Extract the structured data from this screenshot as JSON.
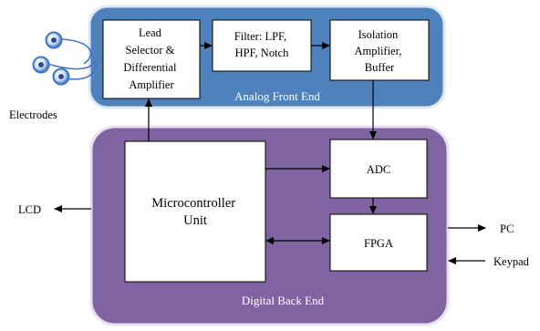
{
  "zones": {
    "analog": "Analog Front End",
    "digital": "Digital Back End"
  },
  "blocks": {
    "lead": [
      "Lead",
      "Selector  &",
      "Differential",
      "Amplifier"
    ],
    "filter": [
      "Filter: LPF,",
      "HPF, Notch"
    ],
    "isolation": [
      "Isolation",
      "Amplifier,",
      "Buffer"
    ],
    "mcu": [
      "Microcontroller",
      "Unit"
    ],
    "adc": "ADC",
    "fpga": "FPGA"
  },
  "external": {
    "electrodes": "Electrodes",
    "lcd": "LCD",
    "pc": "PC",
    "keypad": "Keypad"
  },
  "colors": {
    "analog_fill": "#4f81bd",
    "analog_border": "#dde8f4",
    "digital_fill": "#8064a2",
    "digital_border": "#e6dff0",
    "electrode": "#3f74c4"
  }
}
